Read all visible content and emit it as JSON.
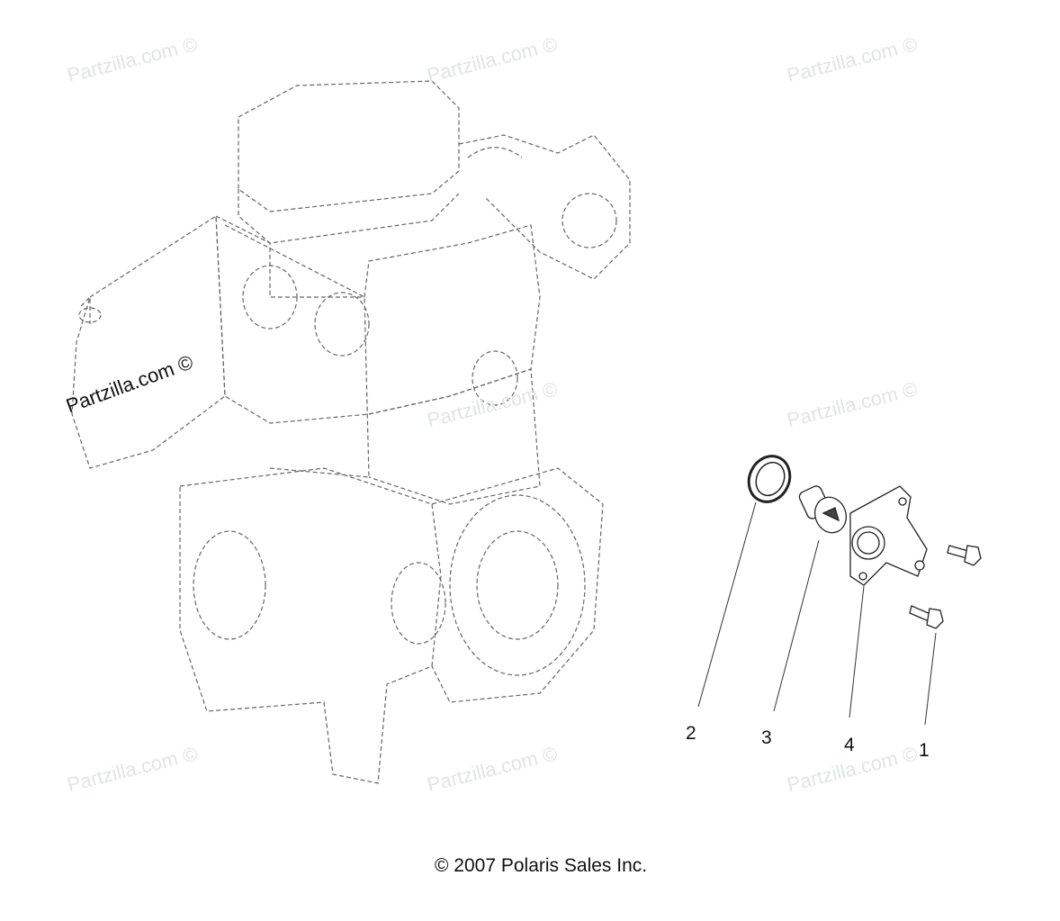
{
  "watermark": "Partzilla.com ©",
  "callouts": [
    {
      "label": "2",
      "part": "seal-ring"
    },
    {
      "label": "3",
      "part": "thermostat"
    },
    {
      "label": "4",
      "part": "thermostat-housing"
    },
    {
      "label": "1",
      "part": "bolt"
    }
  ],
  "copyright": "© 2007 Polaris Sales Inc."
}
